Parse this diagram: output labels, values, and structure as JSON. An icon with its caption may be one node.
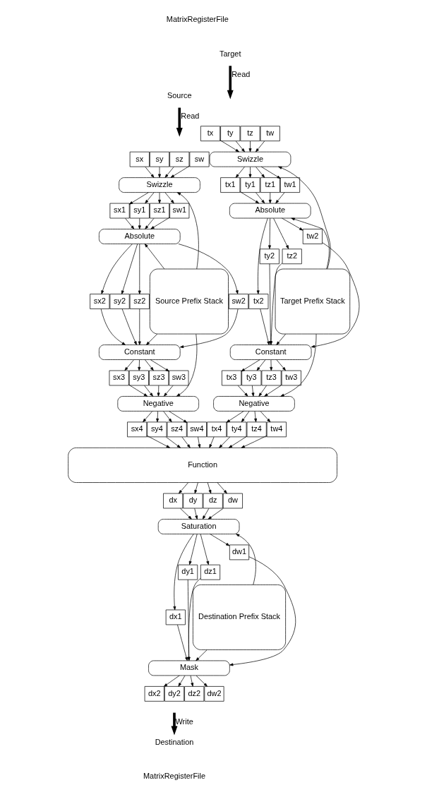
{
  "diagram": {
    "nodes": [
      {
        "text": [
          "Source"
        ]
      },
      {
        "text": [
          "Target"
        ]
      },
      {
        "text": [
          "sx"
        ]
      },
      {
        "text": [
          "sy"
        ]
      },
      {
        "text": [
          "sz"
        ]
      },
      {
        "text": [
          "sw"
        ]
      },
      {
        "text": [
          "Swizzle"
        ]
      },
      {
        "text": [
          "sx1"
        ]
      },
      {
        "text": [
          "sy1"
        ]
      },
      {
        "text": [
          "sz1"
        ]
      },
      {
        "text": [
          "sw1"
        ]
      },
      {
        "text": [
          "Absolute"
        ]
      },
      {
        "text": [
          "sx2"
        ]
      },
      {
        "text": [
          "sy2"
        ]
      },
      {
        "text": [
          "sz2"
        ]
      },
      {
        "text": [
          "sw2"
        ]
      },
      {
        "text": [
          "Constant"
        ]
      },
      {
        "text": [
          "sx3"
        ]
      },
      {
        "text": [
          "sy3"
        ]
      },
      {
        "text": [
          "sz3"
        ]
      },
      {
        "text": [
          "sw3"
        ]
      },
      {
        "text": [
          "Negative"
        ]
      },
      {
        "text": [
          "sx4"
        ]
      },
      {
        "text": [
          "sy4"
        ]
      },
      {
        "text": [
          "sz4"
        ]
      },
      {
        "text": [
          "sw4"
        ]
      },
      {
        "text": [
          "Source Prefix Stack"
        ]
      },
      {
        "text": [
          "tx"
        ]
      },
      {
        "text": [
          "ty"
        ]
      },
      {
        "text": [
          "tz"
        ]
      },
      {
        "text": [
          "tw"
        ]
      },
      {
        "text": [
          "Swizzle"
        ]
      },
      {
        "text": [
          "tx1"
        ]
      },
      {
        "text": [
          "ty1"
        ]
      },
      {
        "text": [
          "tz1"
        ]
      },
      {
        "text": [
          "tw1"
        ]
      },
      {
        "text": [
          "Absolute"
        ]
      },
      {
        "text": [
          "tx2"
        ]
      },
      {
        "text": [
          "ty2"
        ]
      },
      {
        "text": [
          "tz2"
        ]
      },
      {
        "text": [
          "tw2"
        ]
      },
      {
        "text": [
          "Constant"
        ]
      },
      {
        "text": [
          "tx3"
        ]
      },
      {
        "text": [
          "ty3"
        ]
      },
      {
        "text": [
          "tz3"
        ]
      },
      {
        "text": [
          "tw3"
        ]
      },
      {
        "text": [
          "Negative"
        ]
      },
      {
        "text": [
          "tx4"
        ]
      },
      {
        "text": [
          "ty4"
        ]
      },
      {
        "text": [
          "tz4"
        ]
      },
      {
        "text": [
          "tw4"
        ]
      },
      {
        "text": [
          "Target Prefix Stack"
        ]
      },
      {
        "text": [
          "Function"
        ]
      },
      {
        "text": [
          "dx"
        ]
      },
      {
        "text": [
          "dy"
        ]
      },
      {
        "text": [
          "dz"
        ]
      },
      {
        "text": [
          "dw"
        ]
      },
      {
        "text": [
          "Saturation"
        ]
      },
      {
        "text": [
          "dx1"
        ]
      },
      {
        "text": [
          "dy1"
        ]
      },
      {
        "text": [
          "dz1"
        ]
      },
      {
        "text": [
          "dw1"
        ]
      },
      {
        "text": [
          "Mask"
        ]
      },
      {
        "text": [
          "dx2"
        ]
      },
      {
        "text": [
          "dy2"
        ]
      },
      {
        "text": [
          "dz2"
        ]
      },
      {
        "text": [
          "dw2"
        ]
      },
      {
        "text": [
          "Destination Prefix Stack"
        ]
      },
      {
        "text": [
          "Destination"
        ]
      }
    ],
    "edges": [
      {
        "from": 0,
        "to": null,
        "arrow": "to",
        "label": "Read",
        "style": "thick"
      },
      {
        "from": 1,
        "to": null,
        "arrow": "to",
        "label": "Read",
        "style": "thick"
      },
      {
        "from": 2,
        "to": 6,
        "arrow": "to"
      },
      {
        "from": 3,
        "to": 6,
        "arrow": "to"
      },
      {
        "from": 4,
        "to": 6,
        "arrow": "to"
      },
      {
        "from": 5,
        "to": 6,
        "arrow": "to"
      },
      {
        "from": 6,
        "to": 7,
        "arrow": "to"
      },
      {
        "from": 6,
        "to": 8,
        "arrow": "to"
      },
      {
        "from": 6,
        "to": 9,
        "arrow": "to"
      },
      {
        "from": 6,
        "to": 10,
        "arrow": "to"
      },
      {
        "from": 7,
        "to": 11,
        "arrow": "to"
      },
      {
        "from": 8,
        "to": 11,
        "arrow": "to"
      },
      {
        "from": 9,
        "to": 11,
        "arrow": "to"
      },
      {
        "from": 10,
        "to": 11,
        "arrow": "to"
      },
      {
        "from": 11,
        "to": 12,
        "arrow": "to"
      },
      {
        "from": 11,
        "to": 13,
        "arrow": "to"
      },
      {
        "from": 11,
        "to": 14,
        "arrow": "to"
      },
      {
        "from": 11,
        "to": 15,
        "arrow": "to"
      },
      {
        "from": 12,
        "to": 16,
        "arrow": "to"
      },
      {
        "from": 13,
        "to": 16,
        "arrow": "to"
      },
      {
        "from": 14,
        "to": 16,
        "arrow": "to"
      },
      {
        "from": 15,
        "to": 16,
        "arrow": "to"
      },
      {
        "from": 16,
        "to": 17,
        "arrow": "to"
      },
      {
        "from": 16,
        "to": 18,
        "arrow": "to"
      },
      {
        "from": 16,
        "to": 19,
        "arrow": "to"
      },
      {
        "from": 16,
        "to": 20,
        "arrow": "to"
      },
      {
        "from": 17,
        "to": 21,
        "arrow": "to"
      },
      {
        "from": 18,
        "to": 21,
        "arrow": "to"
      },
      {
        "from": 19,
        "to": 21,
        "arrow": "to"
      },
      {
        "from": 20,
        "to": 21,
        "arrow": "to"
      },
      {
        "from": 21,
        "to": 22,
        "arrow": "to"
      },
      {
        "from": 21,
        "to": 23,
        "arrow": "to"
      },
      {
        "from": 21,
        "to": 24,
        "arrow": "to"
      },
      {
        "from": 21,
        "to": 25,
        "arrow": "to"
      },
      {
        "from": 26,
        "to": 6,
        "arrow": "to"
      },
      {
        "from": 26,
        "to": 11,
        "arrow": "to"
      },
      {
        "from": 26,
        "to": 16,
        "arrow": "to"
      },
      {
        "from": 26,
        "to": 21,
        "arrow": "to"
      },
      {
        "from": 27,
        "to": 31,
        "arrow": "to"
      },
      {
        "from": 28,
        "to": 31,
        "arrow": "to"
      },
      {
        "from": 29,
        "to": 31,
        "arrow": "to"
      },
      {
        "from": 30,
        "to": 31,
        "arrow": "to"
      },
      {
        "from": 31,
        "to": 32,
        "arrow": "to"
      },
      {
        "from": 31,
        "to": 33,
        "arrow": "to"
      },
      {
        "from": 31,
        "to": 34,
        "arrow": "to"
      },
      {
        "from": 31,
        "to": 35,
        "arrow": "to"
      },
      {
        "from": 32,
        "to": 36,
        "arrow": "to"
      },
      {
        "from": 33,
        "to": 36,
        "arrow": "to"
      },
      {
        "from": 34,
        "to": 36,
        "arrow": "to"
      },
      {
        "from": 35,
        "to": 36,
        "arrow": "to"
      },
      {
        "from": 36,
        "to": 37,
        "arrow": "to"
      },
      {
        "from": 36,
        "to": 38,
        "arrow": "to"
      },
      {
        "from": 36,
        "to": 39,
        "arrow": "to"
      },
      {
        "from": 36,
        "to": 40,
        "arrow": "to"
      },
      {
        "from": 37,
        "to": 41,
        "arrow": "to"
      },
      {
        "from": 38,
        "to": 41,
        "arrow": "to"
      },
      {
        "from": 39,
        "to": 41,
        "arrow": "to"
      },
      {
        "from": 40,
        "to": 41,
        "arrow": "to"
      },
      {
        "from": 41,
        "to": 42,
        "arrow": "to"
      },
      {
        "from": 41,
        "to": 43,
        "arrow": "to"
      },
      {
        "from": 41,
        "to": 44,
        "arrow": "to"
      },
      {
        "from": 41,
        "to": 45,
        "arrow": "to"
      },
      {
        "from": 42,
        "to": 46,
        "arrow": "to"
      },
      {
        "from": 43,
        "to": 46,
        "arrow": "to"
      },
      {
        "from": 44,
        "to": 46,
        "arrow": "to"
      },
      {
        "from": 45,
        "to": 46,
        "arrow": "to"
      },
      {
        "from": 46,
        "to": 47,
        "arrow": "to"
      },
      {
        "from": 46,
        "to": 48,
        "arrow": "to"
      },
      {
        "from": 46,
        "to": 49,
        "arrow": "to"
      },
      {
        "from": 46,
        "to": 50,
        "arrow": "to"
      },
      {
        "from": 51,
        "to": 31,
        "arrow": "to"
      },
      {
        "from": 51,
        "to": 36,
        "arrow": "to"
      },
      {
        "from": 51,
        "to": 41,
        "arrow": "to"
      },
      {
        "from": 51,
        "to": 46,
        "arrow": "to"
      },
      {
        "from": 22,
        "to": 52,
        "arrow": "to"
      },
      {
        "from": 23,
        "to": 52,
        "arrow": "to"
      },
      {
        "from": 24,
        "to": 52,
        "arrow": "to"
      },
      {
        "from": 25,
        "to": 52,
        "arrow": "to"
      },
      {
        "from": 47,
        "to": 52,
        "arrow": "to"
      },
      {
        "from": 48,
        "to": 52,
        "arrow": "to"
      },
      {
        "from": 49,
        "to": 52,
        "arrow": "to"
      },
      {
        "from": 50,
        "to": 52,
        "arrow": "to"
      },
      {
        "from": 52,
        "to": 53,
        "arrow": "to"
      },
      {
        "from": 52,
        "to": 54,
        "arrow": "to"
      },
      {
        "from": 52,
        "to": 55,
        "arrow": "to"
      },
      {
        "from": 52,
        "to": 56,
        "arrow": "to"
      },
      {
        "from": 53,
        "to": 57,
        "arrow": "to"
      },
      {
        "from": 54,
        "to": 57,
        "arrow": "to"
      },
      {
        "from": 55,
        "to": 57,
        "arrow": "to"
      },
      {
        "from": 56,
        "to": 57,
        "arrow": "to"
      },
      {
        "from": 57,
        "to": 58,
        "arrow": "to"
      },
      {
        "from": 57,
        "to": 59,
        "arrow": "to"
      },
      {
        "from": 57,
        "to": 60,
        "arrow": "to"
      },
      {
        "from": 57,
        "to": 61,
        "arrow": "to"
      },
      {
        "from": 58,
        "to": 62,
        "arrow": "to"
      },
      {
        "from": 59,
        "to": 62,
        "arrow": "to"
      },
      {
        "from": 60,
        "to": 62,
        "arrow": "to"
      },
      {
        "from": 61,
        "to": 62,
        "arrow": "to"
      },
      {
        "from": 62,
        "to": 63,
        "arrow": "to"
      },
      {
        "from": 62,
        "to": 64,
        "arrow": "to"
      },
      {
        "from": 62,
        "to": 65,
        "arrow": "to"
      },
      {
        "from": 62,
        "to": 66,
        "arrow": "to"
      },
      {
        "from": 67,
        "to": 57,
        "arrow": "to"
      },
      {
        "from": 67,
        "to": 62,
        "arrow": "to"
      },
      {
        "from": null,
        "to": 68,
        "arrow": "to",
        "label": "Write",
        "style": "thick"
      }
    ],
    "labels": [
      "MatrixRegisterFile",
      "MatrixRegisterFile"
    ]
  }
}
